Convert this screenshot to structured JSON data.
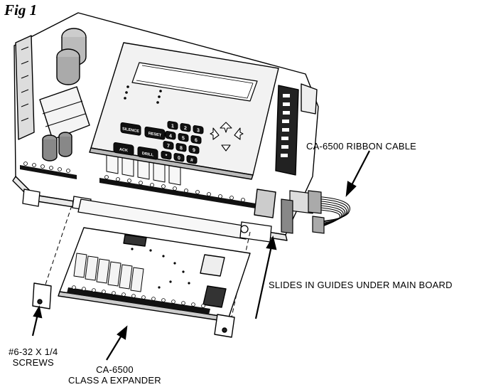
{
  "figure": {
    "title": "Fig 1"
  },
  "labels": {
    "ribbon_cable": "CA-6500 RIBBON CABLE",
    "slides": "SLIDES IN GUIDES UNDER MAIN BOARD",
    "screws_line1": "#6-32 X 1/4",
    "screws_line2": "SCREWS",
    "expander_line1": "CA-6500",
    "expander_line2": "CLASS A EXPANDER"
  },
  "keypad": {
    "function_keys": [
      "SILENCE",
      "RESET",
      "ACK",
      "DRILL"
    ],
    "digit_keys": [
      "1",
      "2",
      "3",
      "4",
      "5",
      "6",
      "7",
      "8",
      "9",
      "*",
      "0",
      "#"
    ]
  }
}
